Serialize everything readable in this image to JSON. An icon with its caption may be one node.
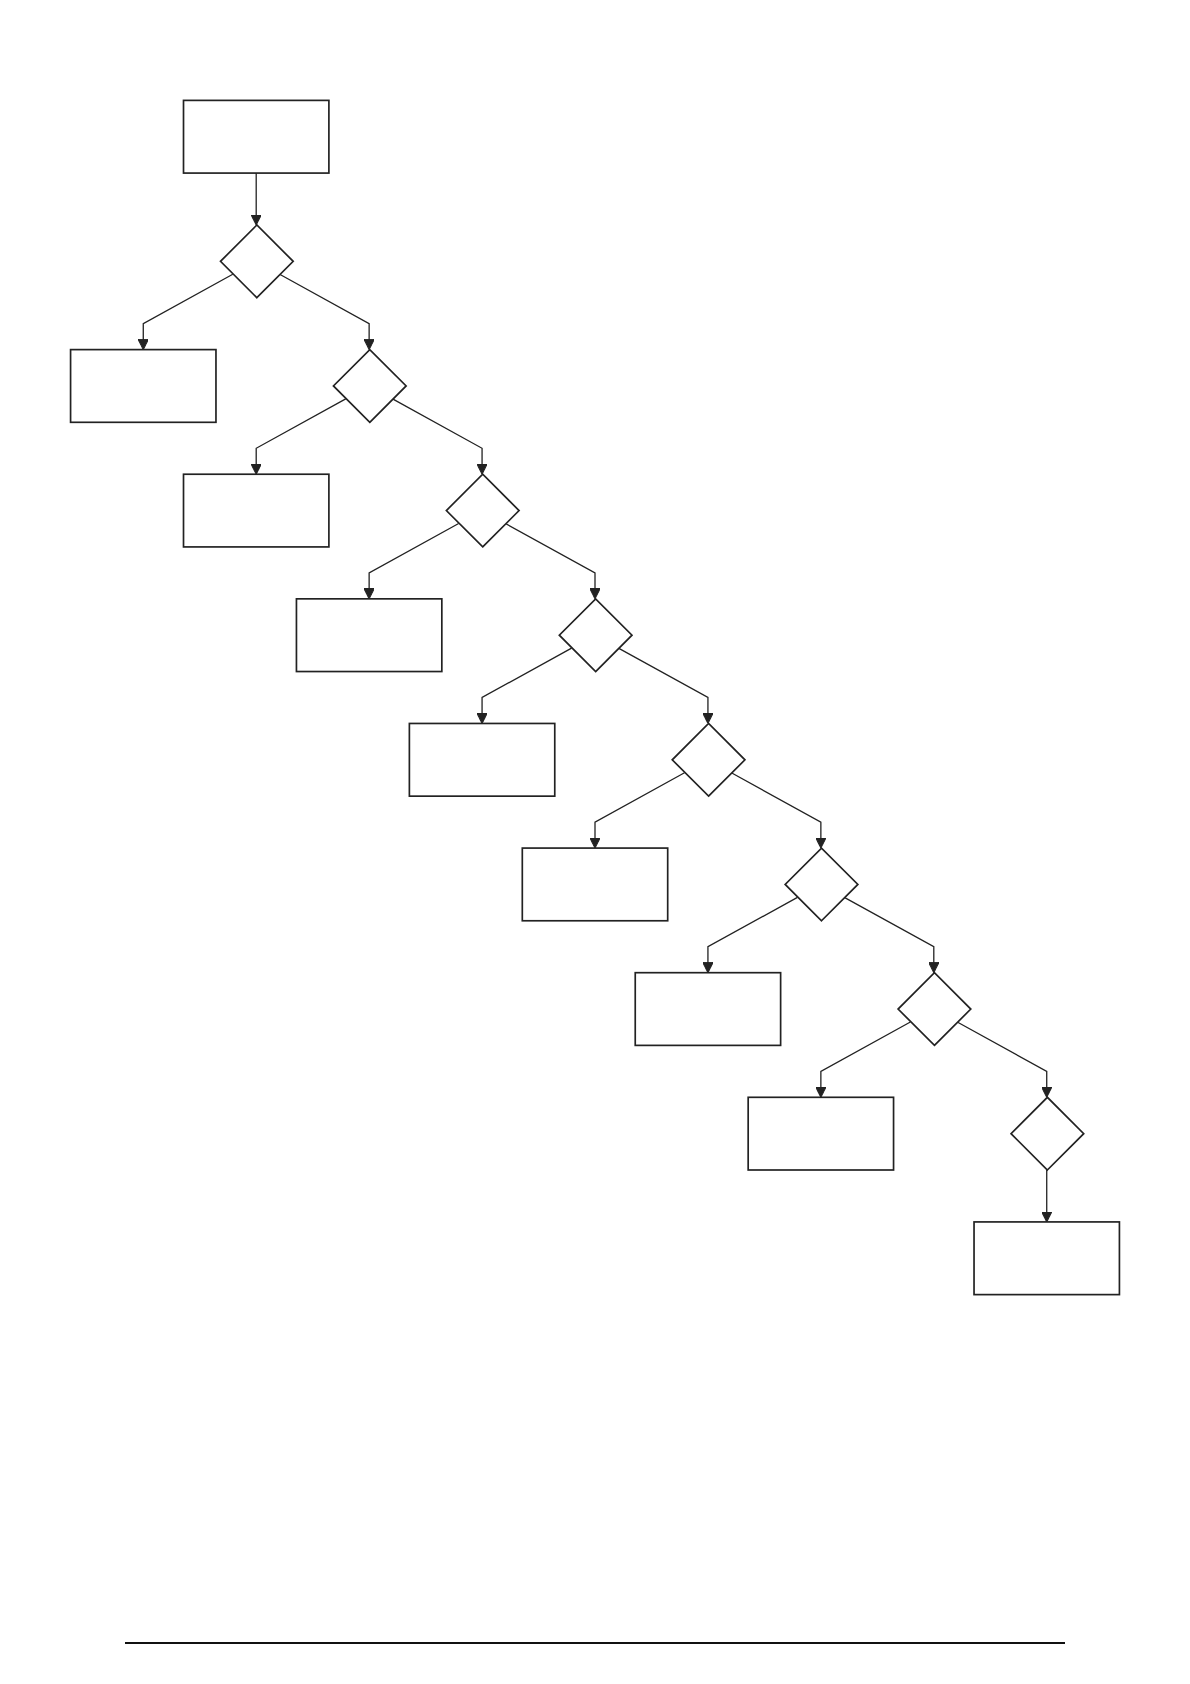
{
  "diagram": {
    "nodes": [
      {
        "text": [],
        "shape": "box"
      },
      {
        "text": [],
        "shape": "diamond"
      },
      {
        "text": [],
        "shape": "box"
      },
      {
        "text": [],
        "shape": "diamond"
      },
      {
        "text": [],
        "shape": "box"
      },
      {
        "text": [],
        "shape": "diamond"
      },
      {
        "text": [],
        "shape": "box"
      },
      {
        "text": [],
        "shape": "diamond"
      },
      {
        "text": [],
        "shape": "box"
      },
      {
        "text": [],
        "shape": "diamond"
      },
      {
        "text": [],
        "shape": "box"
      },
      {
        "text": [],
        "shape": "diamond"
      },
      {
        "text": [],
        "shape": "box"
      },
      {
        "text": [],
        "shape": "diamond"
      },
      {
        "text": [],
        "shape": "box"
      },
      {
        "text": [],
        "shape": "diamond"
      },
      {
        "text": [],
        "shape": "box"
      }
    ],
    "edges": [
      {
        "from": 0,
        "to": 1,
        "arrow": "to"
      },
      {
        "from": 1,
        "to": 3,
        "arrow": "to"
      },
      {
        "from": 1,
        "to": 2,
        "arrow": "to"
      },
      {
        "from": 3,
        "to": 5,
        "arrow": "to"
      },
      {
        "from": 3,
        "to": 4,
        "arrow": "to"
      },
      {
        "from": 5,
        "to": 7,
        "arrow": "to"
      },
      {
        "from": 5,
        "to": 6,
        "arrow": "to"
      },
      {
        "from": 7,
        "to": 9,
        "arrow": "to"
      },
      {
        "from": 7,
        "to": 8,
        "arrow": "to"
      },
      {
        "from": 9,
        "to": 11,
        "arrow": "to"
      },
      {
        "from": 9,
        "to": 10,
        "arrow": "to"
      },
      {
        "from": 11,
        "to": 13,
        "arrow": "to"
      },
      {
        "from": 11,
        "to": 12,
        "arrow": "to"
      },
      {
        "from": 13,
        "to": 15,
        "arrow": "to"
      },
      {
        "from": 13,
        "to": 14,
        "arrow": "to"
      },
      {
        "from": 15,
        "to": 16,
        "arrow": "to"
      }
    ]
  }
}
